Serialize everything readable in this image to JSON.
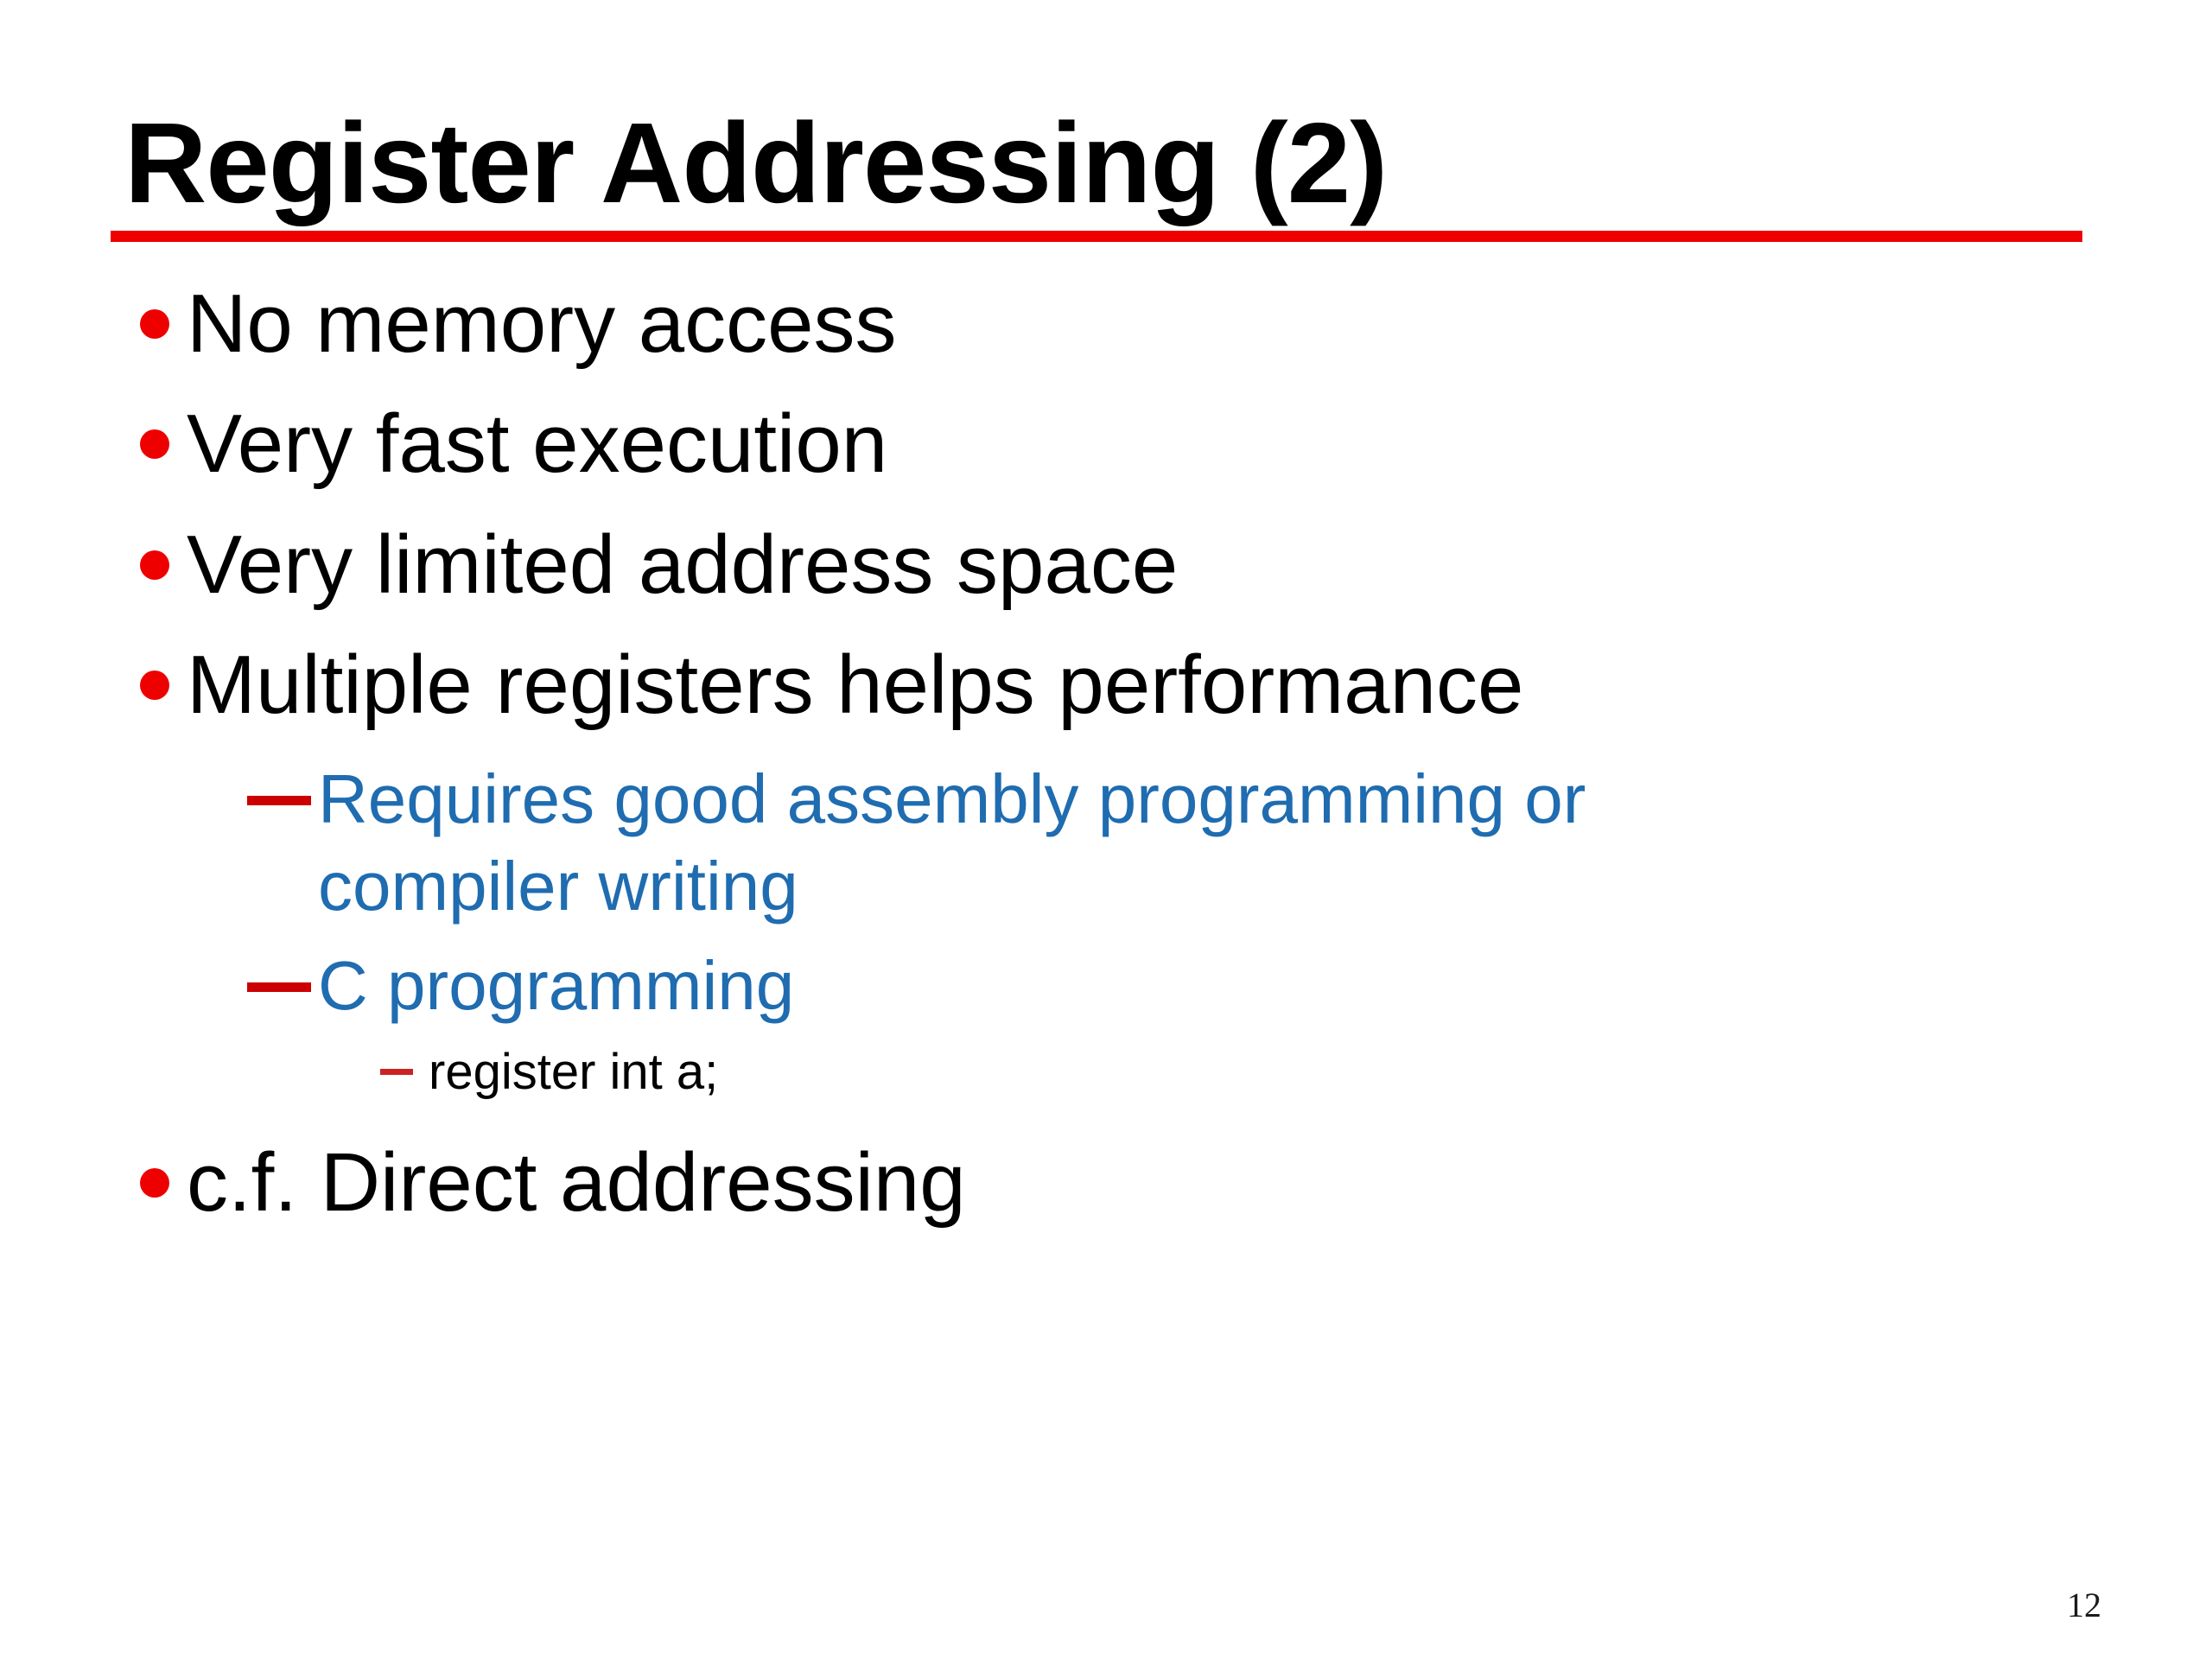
{
  "slide": {
    "title": "Register Addressing (2)",
    "page_number": "12",
    "colors": {
      "background": "#ffffff",
      "title_text": "#000000",
      "rule": "#ee0000",
      "bullet_dot": "#ee0000",
      "level1_text": "#000000",
      "level2_text": "#1f6cb0",
      "level2_dash": "#cc0000",
      "level3_text": "#000000",
      "level3_dash": "#cc2222",
      "page_number_text": "#1a1a1a"
    }
  },
  "content": {
    "bullets": [
      {
        "level": 1,
        "marker": "red-dot",
        "text": "No memory access"
      },
      {
        "level": 1,
        "marker": "red-dot",
        "text": "Very fast execution"
      },
      {
        "level": 1,
        "marker": "red-dot",
        "text": "Very limited address space"
      },
      {
        "level": 1,
        "marker": "red-dot",
        "text": "Multiple registers helps performance"
      },
      {
        "level": 2,
        "marker": "red-em-dash",
        "text": "Requires good assembly programming or compiler writing"
      },
      {
        "level": 2,
        "marker": "red-em-dash",
        "text": "C programming"
      },
      {
        "level": 3,
        "marker": "red-short-dash",
        "text": "register int a;"
      },
      {
        "level": 1,
        "marker": "red-dot",
        "text": "c.f. Direct addressing"
      }
    ]
  }
}
